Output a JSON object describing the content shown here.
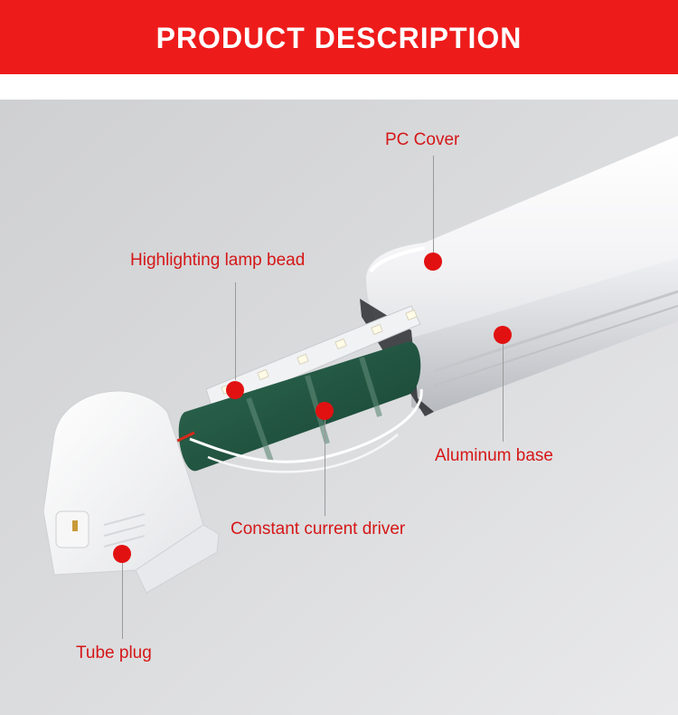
{
  "header": {
    "title": "PRODUCT DESCRIPTION"
  },
  "colors": {
    "banner": "#ee1b1b",
    "callout_text": "#d51717",
    "callout_dot": "#e21111"
  },
  "callouts": {
    "pc_cover": "PC Cover",
    "lamp_bead": "Highlighting lamp bead",
    "aluminum_base": "Aluminum base",
    "driver": "Constant current driver",
    "tube_plug": "Tube plug"
  }
}
